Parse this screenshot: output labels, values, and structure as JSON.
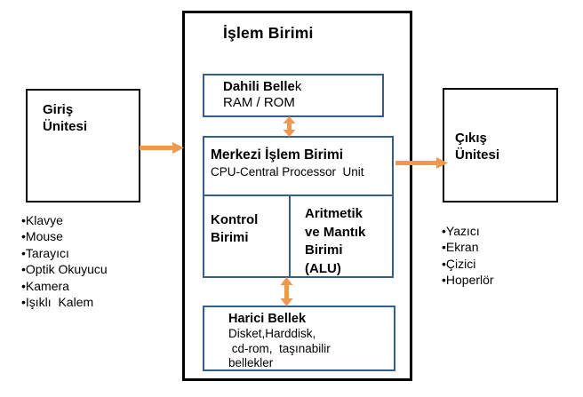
{
  "colors": {
    "outer_border": "#000000",
    "inner_box_border": "#385D8A",
    "arrow": "#ED9950",
    "text": "#000000",
    "background": "#FFFFFF"
  },
  "processing_unit": {
    "title": "İşlem Birimi"
  },
  "internal_memory": {
    "title_bold": "Dahili Belle",
    "title_tail": "k",
    "subtitle": "RAM / ROM"
  },
  "cpu": {
    "title": "Merkezi İşlem Birimi",
    "subtitle": "CPU-Central Processor  Unit",
    "control_unit_label": "Kontrol\nBirimi",
    "alu_label": "Aritmetik\nve Mantık\nBirimi\n(ALU)"
  },
  "external_memory": {
    "title": "Harici Bellek",
    "details": "Disket,Harddisk,\n cd-rom,  taşınabilir\nbellekler"
  },
  "input_unit": {
    "label": "Giriş\nÜnitesi",
    "bullet": "•",
    "devices": [
      "Klavye",
      "Mouse",
      "Tarayıcı",
      "Optik Okuyucu",
      "Kamera",
      "Işıklı  Kalem"
    ]
  },
  "output_unit": {
    "label": "Çıkış\nÜnitesi",
    "bullet": "•",
    "devices": [
      "Yazıcı",
      "Ekran",
      "Çizici",
      "Hoperlör"
    ]
  },
  "icons": {
    "input_to_processing": "arrow-right",
    "cpu_to_output": "arrow-right",
    "memory_cpu_link": "arrow-vertical-double",
    "cpu_external_memory_link": "arrow-vertical-double"
  }
}
